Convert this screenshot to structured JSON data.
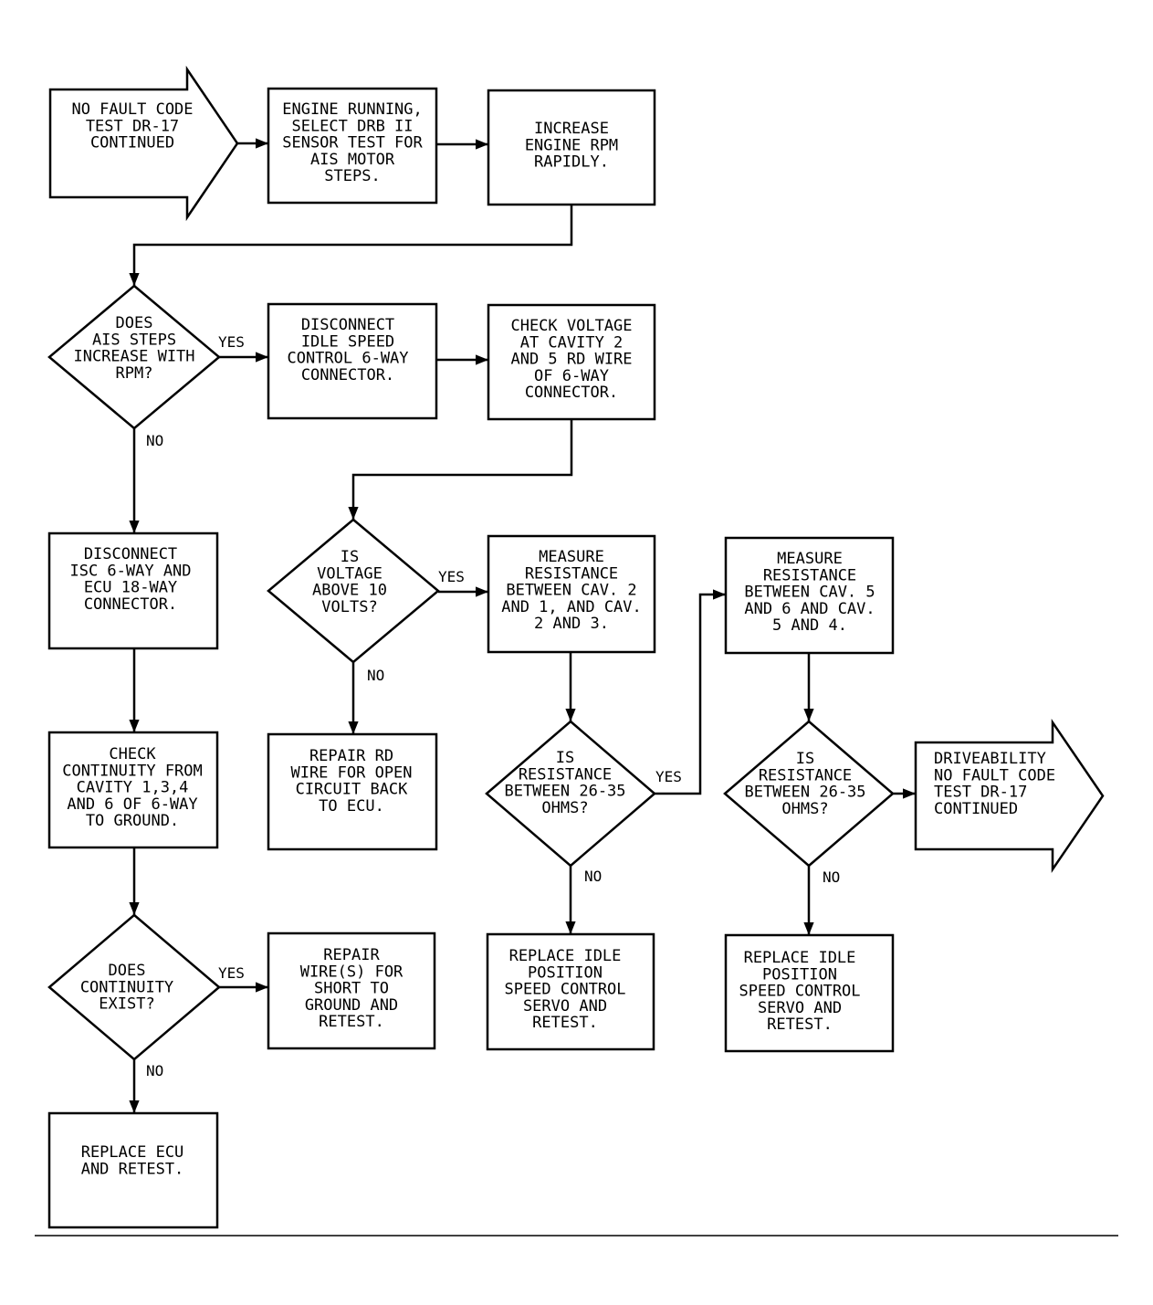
{
  "nodes": {
    "start": [
      "NO FAULT CODE",
      "TEST DR-17",
      "CONTINUED"
    ],
    "engine_running": [
      "ENGINE RUNNING,",
      "SELECT DRB II",
      "SENSOR TEST FOR",
      "AIS MOTOR",
      "STEPS."
    ],
    "increase_rpm": [
      "INCREASE",
      "ENGINE RPM",
      "RAPIDLY."
    ],
    "q_ais_steps": [
      "DOES",
      "AIS STEPS",
      "INCREASE WITH",
      "RPM?"
    ],
    "disconnect_isc": [
      "DISCONNECT",
      "IDLE SPEED",
      "CONTROL 6-WAY",
      "CONNECTOR."
    ],
    "check_voltage": [
      "CHECK VOLTAGE",
      "AT CAVITY 2",
      "AND 5 RD WIRE",
      "OF 6-WAY",
      "CONNECTOR."
    ],
    "disconnect_ecu": [
      "DISCONNECT",
      "ISC 6-WAY AND",
      "ECU 18-WAY",
      "CONNECTOR."
    ],
    "q_voltage": [
      "IS",
      "VOLTAGE",
      "ABOVE 10",
      "VOLTS?"
    ],
    "measure_1": [
      "MEASURE",
      "RESISTANCE",
      "BETWEEN CAV. 2",
      "AND 1, AND CAV.",
      "2 AND 3."
    ],
    "measure_2": [
      "MEASURE",
      "RESISTANCE",
      "BETWEEN CAV. 5",
      "AND 6 AND CAV.",
      "5 AND 4."
    ],
    "check_continuity": [
      "CHECK",
      "CONTINUITY FROM",
      "CAVITY 1,3,4",
      "AND 6 OF 6-WAY",
      "TO GROUND."
    ],
    "repair_rd": [
      "REPAIR RD",
      "WIRE FOR OPEN",
      "CIRCUIT BACK",
      "TO ECU."
    ],
    "q_resistance_1": [
      "IS",
      "RESISTANCE",
      "BETWEEN 26-35",
      "OHMS?"
    ],
    "q_resistance_2": [
      "IS",
      "RESISTANCE",
      "BETWEEN 26-35",
      "OHMS?"
    ],
    "end": [
      "DRIVEABILITY",
      "NO FAULT CODE",
      "TEST DR-17",
      "CONTINUED"
    ],
    "q_continuity": [
      "DOES",
      "CONTINUITY",
      "EXIST?"
    ],
    "repair_short": [
      "REPAIR",
      "WIRE(S) FOR",
      "SHORT TO",
      "GROUND AND",
      "RETEST."
    ],
    "replace_servo_1": [
      "REPLACE IDLE",
      "POSITION",
      "SPEED CONTROL",
      "SERVO AND",
      "RETEST."
    ],
    "replace_servo_2": [
      "REPLACE IDLE",
      "POSITION",
      "SPEED CONTROL",
      "SERVO AND",
      "RETEST."
    ],
    "replace_ecu": [
      "REPLACE ECU",
      "AND RETEST."
    ]
  },
  "edges": {
    "yes": "YES",
    "no": "NO"
  }
}
